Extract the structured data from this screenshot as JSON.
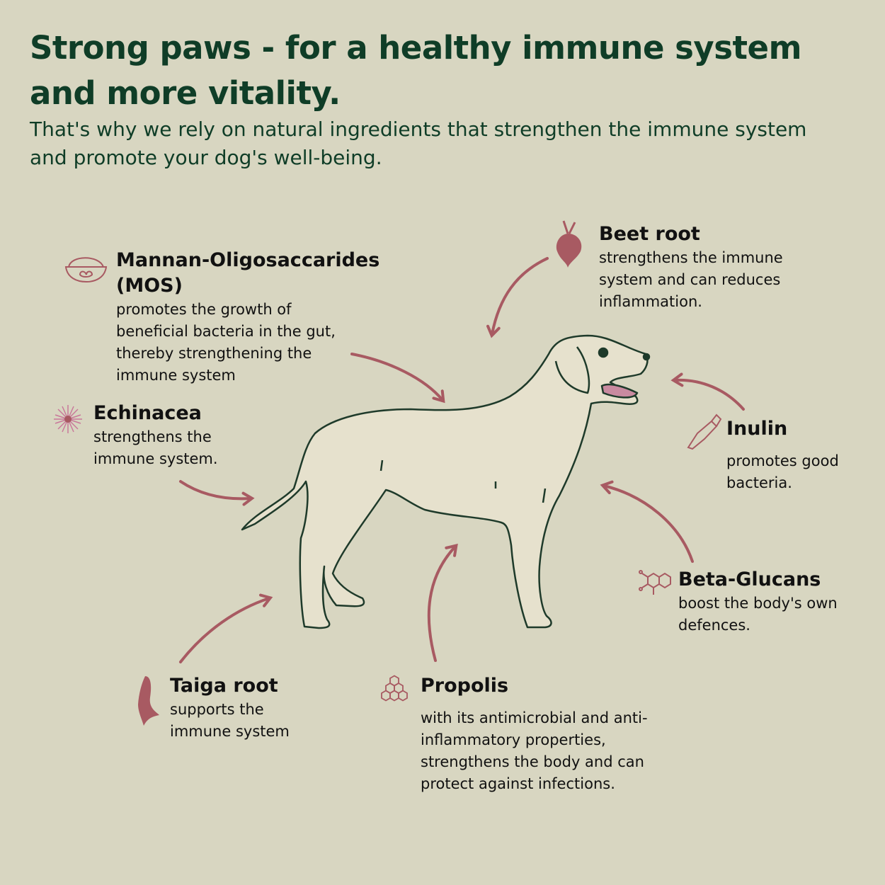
{
  "header": {
    "title": "Strong paws - for a healthy immune system and more vitality.",
    "subtitle": "That's why we rely on natural ingredients that strengthen the immune system and promote your dog's well-being."
  },
  "colors": {
    "background": "#d8d6c1",
    "heading": "#0f3d27",
    "accent": "#a85a62",
    "dog_fill": "#e6e1cd",
    "dog_outline": "#1e3a2a"
  },
  "ingredients": [
    {
      "name": "Mannan-Oligosaccarides (MOS)",
      "description": "promotes the growth of beneficial bacteria in the gut, thereby strengthening the immune system",
      "icon": "bowl-icon"
    },
    {
      "name": "Beet root",
      "description": "strengthens the immune system and can reduces inflammation.",
      "icon": "beet-icon"
    },
    {
      "name": "Echinacea",
      "description": "strengthens the immune system.",
      "icon": "flower-icon"
    },
    {
      "name": "Inulin",
      "description": "promotes good bacteria.",
      "icon": "pipette-icon"
    },
    {
      "name": "Beta-Glucans",
      "description": "boost the body's own defences.",
      "icon": "molecule-icon"
    },
    {
      "name": "Taiga root",
      "description": "supports the immune system",
      "icon": "root-icon"
    },
    {
      "name": "Propolis",
      "description": "with its antimicrobial and anti-inflammatory properties, strengthens the body and can protect against infections.",
      "icon": "honeycomb-icon"
    }
  ]
}
